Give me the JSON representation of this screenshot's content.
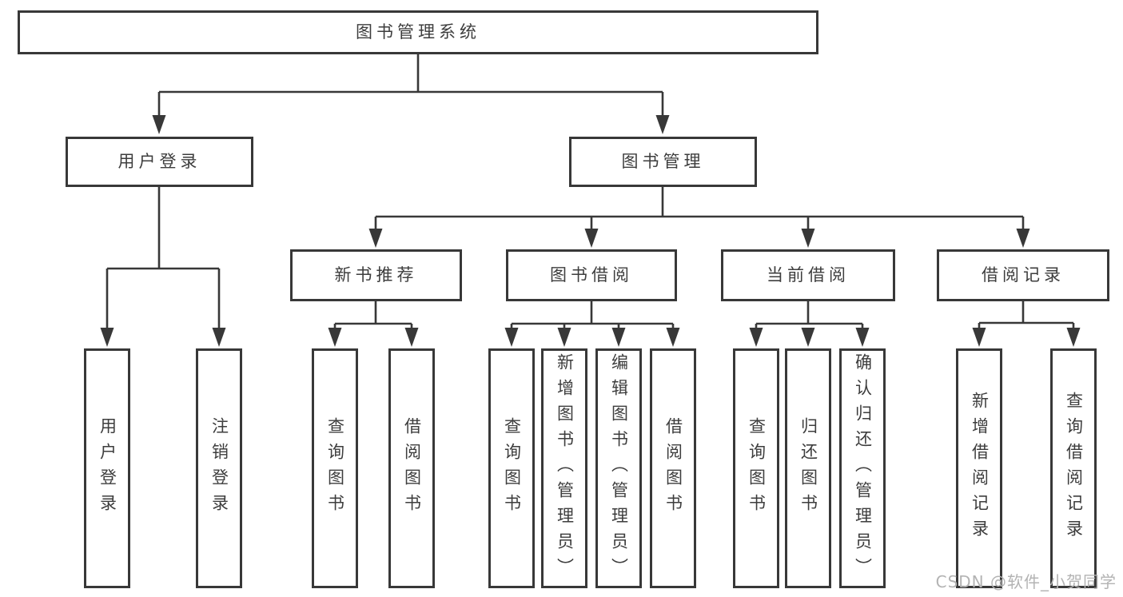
{
  "diagram": {
    "type": "hierarchy-tree",
    "nodes": {
      "root": "图书管理系统",
      "user_login": "用户登录",
      "book_management": "图书管理",
      "user_login_leaf": "用户登录",
      "logout_leaf": "注销登录",
      "new_book_recommend": "新书推荐",
      "book_borrow": "图书借阅",
      "current_borrow": "当前借阅",
      "borrow_records": "借阅记录",
      "recommend_query_books": "查询图书",
      "recommend_borrow_books": "借阅图书",
      "borrow_query_books": "查询图书",
      "borrow_add_books": "新增图书（管理员）",
      "borrow_edit_books": "编辑图书（管理员）",
      "borrow_borrow_books": "借阅图书",
      "current_query_books": "查询图书",
      "current_return_books": "归还图书",
      "current_confirm_return": "确认归还（管理员）",
      "records_add_record": "新增借阅记录",
      "records_query_record": "查询借阅记录"
    },
    "edges": [
      [
        "root",
        "user_login"
      ],
      [
        "root",
        "book_management"
      ],
      [
        "user_login",
        "user_login_leaf"
      ],
      [
        "user_login",
        "logout_leaf"
      ],
      [
        "book_management",
        "new_book_recommend"
      ],
      [
        "book_management",
        "book_borrow"
      ],
      [
        "book_management",
        "current_borrow"
      ],
      [
        "book_management",
        "borrow_records"
      ],
      [
        "new_book_recommend",
        "recommend_query_books"
      ],
      [
        "new_book_recommend",
        "recommend_borrow_books"
      ],
      [
        "book_borrow",
        "borrow_query_books"
      ],
      [
        "book_borrow",
        "borrow_add_books"
      ],
      [
        "book_borrow",
        "borrow_edit_books"
      ],
      [
        "book_borrow",
        "borrow_borrow_books"
      ],
      [
        "current_borrow",
        "current_query_books"
      ],
      [
        "current_borrow",
        "current_return_books"
      ],
      [
        "current_borrow",
        "current_confirm_return"
      ],
      [
        "borrow_records",
        "records_add_record"
      ],
      [
        "borrow_records",
        "records_query_record"
      ]
    ]
  },
  "watermark": {
    "text": "CSDN @软件_小贺同学"
  },
  "colors": {
    "line": "#383838",
    "text": "#3d3d3d",
    "box_fill": "#ffffff",
    "background": "#ffffff",
    "watermark": "#b3b3b3"
  }
}
